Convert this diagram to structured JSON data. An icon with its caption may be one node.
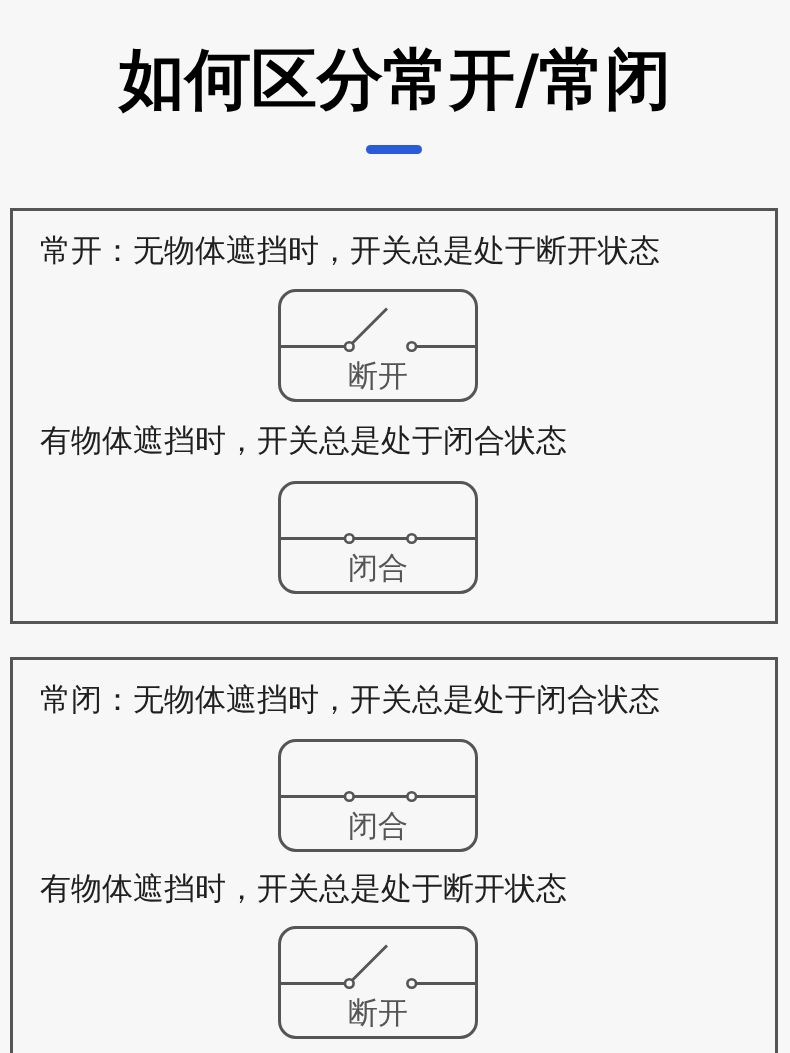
{
  "diagram": {
    "title": "如何区分常开/常闭",
    "nodes": [
      {
        "text": [
          "常开：无物体遮挡时，开关总是处于断开状态",
          "有物体遮挡时，开关总是处于闭合状态"
        ]
      },
      {
        "text": [
          "断开"
        ],
        "in": 0
      },
      {
        "text": [
          "闭合"
        ],
        "in": 0
      },
      {
        "text": [
          "常闭：无物体遮挡时，开关总是处于闭合状态",
          "有物体遮挡时，开关总是处于断开状态"
        ]
      },
      {
        "text": [
          "闭合"
        ],
        "in": 3
      },
      {
        "text": [
          "断开"
        ],
        "in": 3
      }
    ]
  }
}
